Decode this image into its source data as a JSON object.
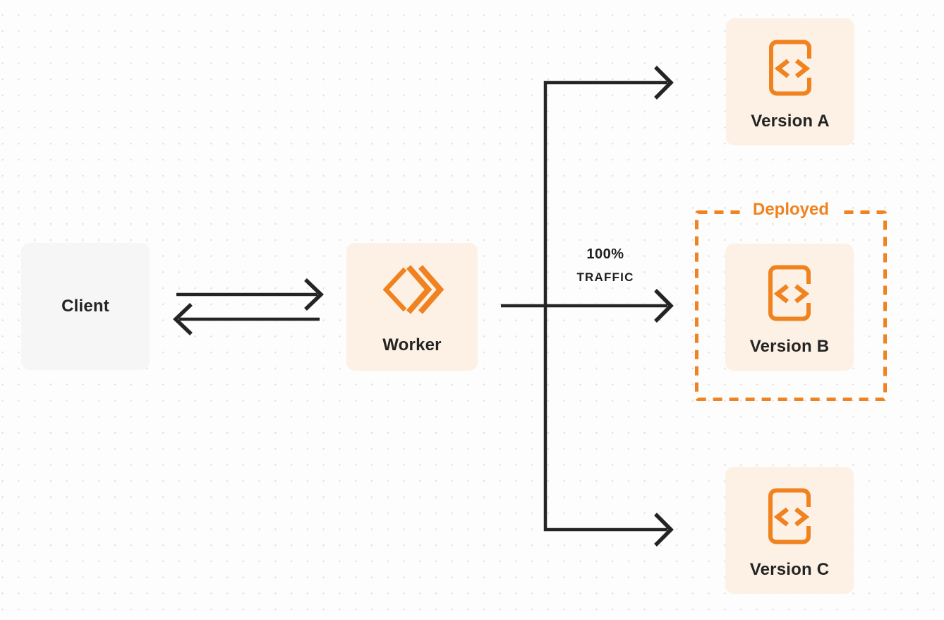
{
  "nodes": {
    "client": {
      "label": "Client"
    },
    "worker": {
      "label": "Worker",
      "icon": "cloudflare-workers-logo-icon"
    },
    "version_a": {
      "label": "Version A",
      "icon": "code-file-icon"
    },
    "version_b": {
      "label": "Version B",
      "icon": "code-file-icon"
    },
    "version_c": {
      "label": "Version C",
      "icon": "code-file-icon"
    }
  },
  "groups": {
    "deployed": {
      "label": "Deployed"
    }
  },
  "traffic_label": {
    "line1": "100%",
    "line2": "TRAFFIC"
  },
  "edges": [
    {
      "from": "client",
      "to": "worker",
      "style": "arrow"
    },
    {
      "from": "worker",
      "to": "client",
      "style": "arrow"
    },
    {
      "from": "worker",
      "to": "version_a",
      "style": "arrow"
    },
    {
      "from": "worker",
      "to": "version_b",
      "style": "arrow",
      "label": "100% TRAFFIC"
    },
    {
      "from": "worker",
      "to": "version_c",
      "style": "arrow"
    }
  ],
  "colors": {
    "accent_orange": "#F0821F",
    "node_cream": "#FCF1E4",
    "client_gray": "#F6F6F7",
    "ink": "#242424",
    "page_background": "#FDFDFD",
    "dot_grid": "#E3E3E3"
  }
}
